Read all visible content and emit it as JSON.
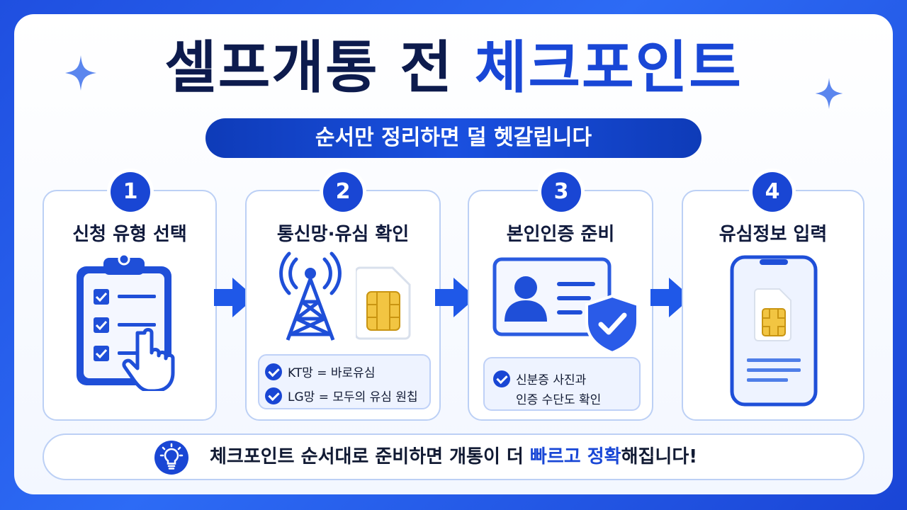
{
  "header": {
    "title_main": "셀프개통 전 ",
    "title_accent": "체크포인트",
    "subtitle": "순서만 정리하면 덜 헷갈립니다"
  },
  "steps": [
    {
      "number": "1",
      "title": "신청 유형 선택",
      "icon": "clipboard-checklist-icon"
    },
    {
      "number": "2",
      "title": "통신망·유심 확인",
      "icon": "cell-tower-sim-icon",
      "notes": [
        "KT망 = 바로유심",
        "LG망 = 모두의 유심 원칩"
      ]
    },
    {
      "number": "3",
      "title": "본인인증 준비",
      "icon": "id-card-shield-icon",
      "notes": [
        "신분증 사진과",
        "인증 수단도 확인"
      ]
    },
    {
      "number": "4",
      "title": "유심정보 입력",
      "icon": "smartphone-sim-icon"
    }
  ],
  "footer": {
    "text_before": "체크포인트 순서대로 준비하면 개통이 더 ",
    "text_highlight": "빠르고 정확",
    "text_after": "해집니다!",
    "icon": "lightbulb-icon"
  },
  "colors": {
    "primary": "#1946d4",
    "title_dark": "#0d1b4d",
    "background": "#2d6bf5"
  }
}
